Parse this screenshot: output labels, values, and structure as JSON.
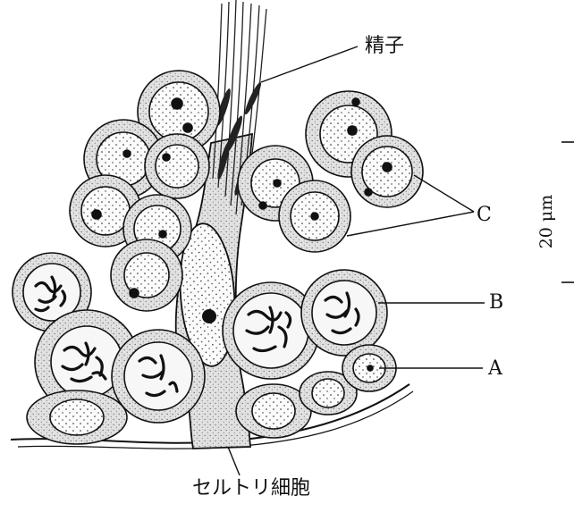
{
  "labels": {
    "sperm": "精子",
    "c": "C",
    "b": "B",
    "a": "A",
    "sertoli": "セルトリ細胞"
  },
  "scale_bar": {
    "text": "20 μm"
  },
  "colors": {
    "ink": "#111111",
    "stipple": "#9a9a9a",
    "cytoplasm": "#d6d6d6",
    "background": "#ffffff"
  }
}
